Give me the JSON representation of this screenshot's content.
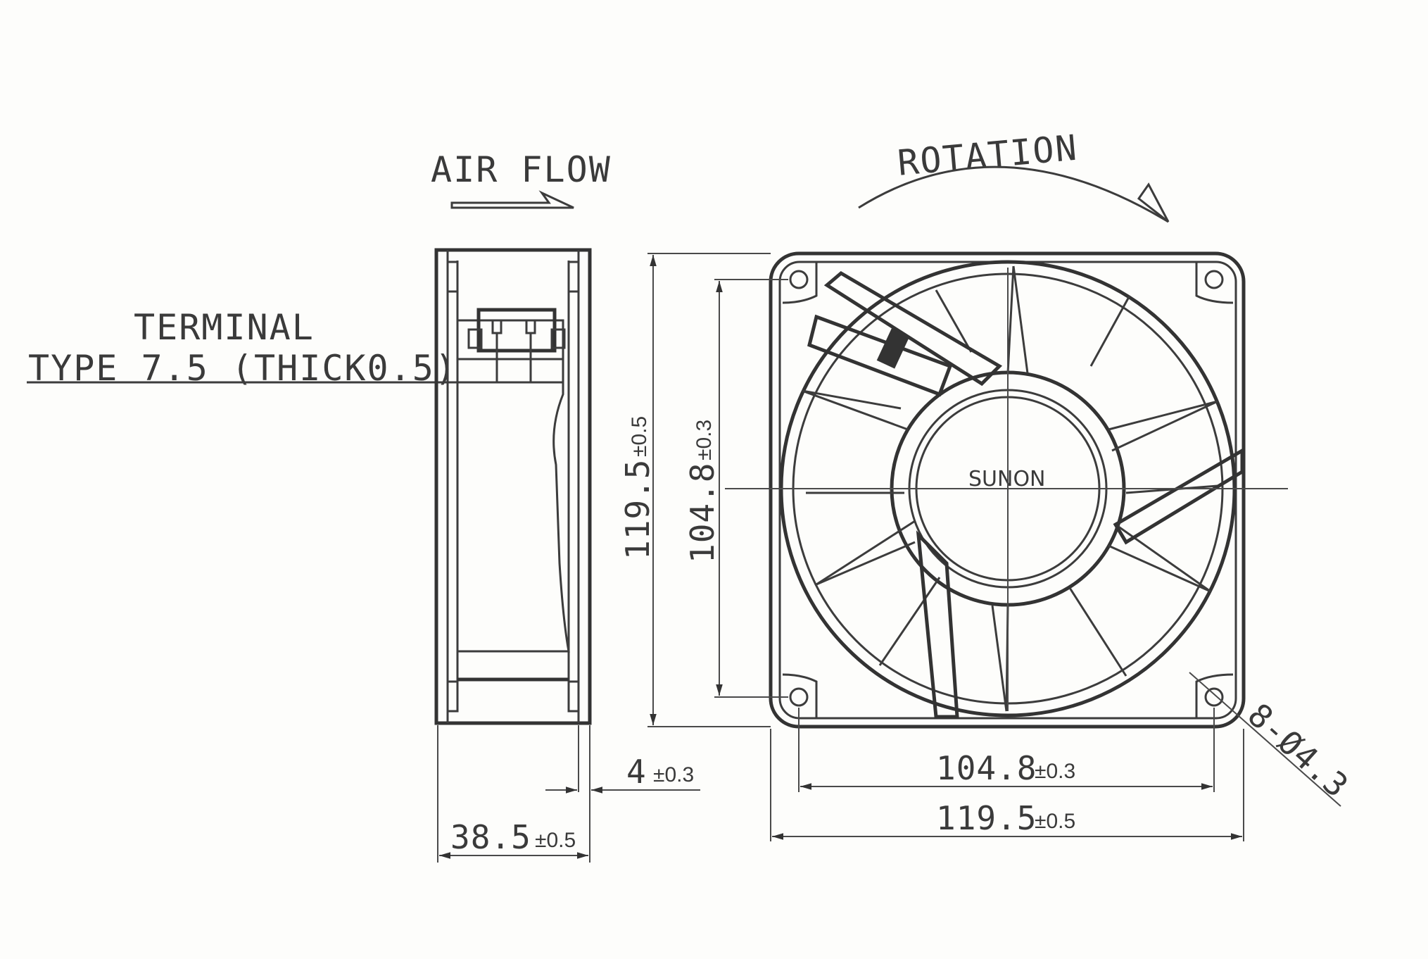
{
  "labels": {
    "air_flow": "AIR FLOW",
    "rotation": "ROTATION",
    "terminal_line1": "TERMINAL",
    "terminal_line2": "TYPE 7.5 (THICK0.5)",
    "brand": "SUNON"
  },
  "dimensions": {
    "outer_height": {
      "value": "119.5",
      "tol": "±0.5"
    },
    "hole_height": {
      "value": "104.8",
      "tol": "±0.3"
    },
    "hole_width": {
      "value": "104.8",
      "tol": "±0.3"
    },
    "outer_width": {
      "value": "119.5",
      "tol": "±0.5"
    },
    "flange": {
      "value": "4",
      "tol": "±0.3"
    },
    "depth": {
      "value": "38.5",
      "tol": "±0.5"
    },
    "holes": "8-Ø4.3"
  }
}
